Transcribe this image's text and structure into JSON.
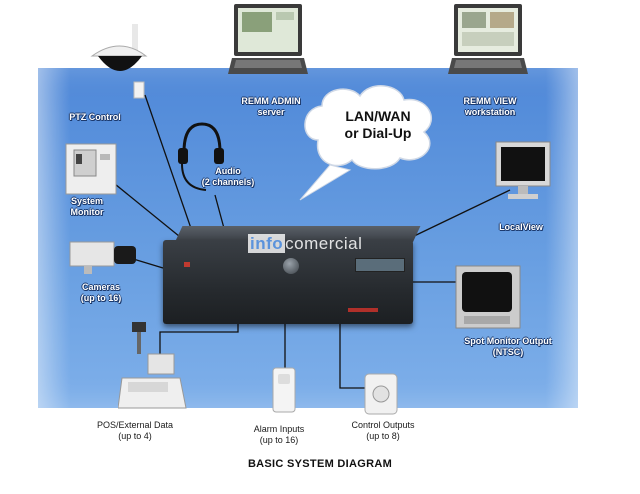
{
  "diagram": {
    "caption": "BASIC SYSTEM DIAGRAM",
    "cloud": {
      "line1": "LAN/WAN",
      "line2": "or Dial-Up"
    },
    "watermark": "infocomercial",
    "nodes": {
      "remm_admin": {
        "line1": "REMM ADMIN",
        "line2": "server"
      },
      "remm_view": {
        "line1": "REMM VIEW",
        "line2": "workstation"
      },
      "ptz": {
        "line1": "PTZ Control"
      },
      "audio": {
        "line1": "Audio",
        "line2": "(2 channels)"
      },
      "system_monitor": {
        "line1": "System",
        "line2": "Monitor"
      },
      "local_view": {
        "line1": "LocalView"
      },
      "cameras": {
        "line1": "Cameras",
        "line2": "(up to 16)"
      },
      "spot_monitor": {
        "line1": "Spot Monitor Output",
        "line2": "(NTSC)"
      },
      "pos": {
        "line1": "POS/External Data",
        "line2": "(up to 4)"
      },
      "alarm": {
        "line1": "Alarm Inputs",
        "line2": "(up to 16)"
      },
      "control": {
        "line1": "Control Outputs",
        "line2": "(up to 8)"
      }
    },
    "colors": {
      "panel": "#5b93dc",
      "dvr": "#2a2e33",
      "wire": "#111111"
    }
  }
}
